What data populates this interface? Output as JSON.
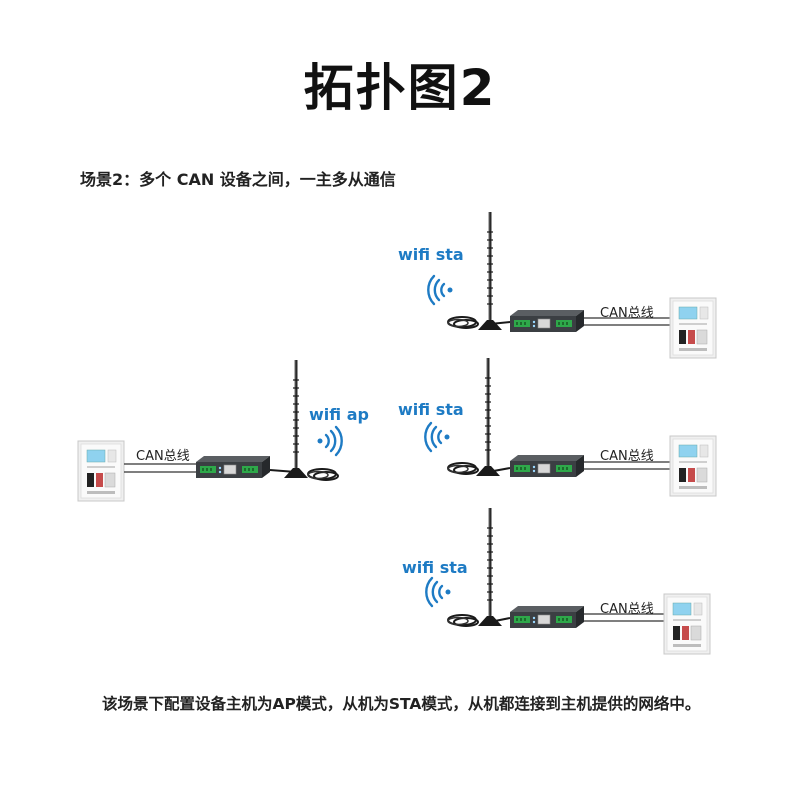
{
  "title": "拓扑图2",
  "scene_text": "场景2：多个 CAN 设备之间，一主多从通信",
  "description": "该场景下配置设备主机为AP模式，从机为STA模式，从机都连接到主机提供的网络中。",
  "master": {
    "wifi_label": "wifi ap",
    "can_label": "CAN总线"
  },
  "slaves": [
    {
      "wifi_label": "wifi sta",
      "can_label": "CAN总线"
    },
    {
      "wifi_label": "wifi sta",
      "can_label": "CAN总线"
    },
    {
      "wifi_label": "wifi sta",
      "can_label": "CAN总线"
    }
  ],
  "colors": {
    "wifi": "#1e7bc4",
    "device_body": "#3b3f43",
    "terminal": "#2ea84a",
    "panel": "#eeeeee"
  }
}
